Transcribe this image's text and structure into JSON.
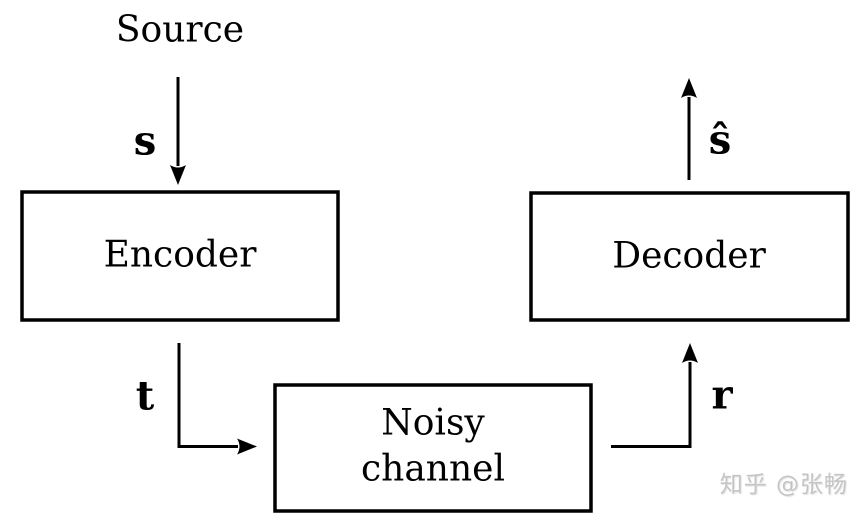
{
  "diagram": {
    "source": {
      "label": "Source",
      "signal": "s"
    },
    "encoder": {
      "label": "Encoder",
      "output_signal": "t"
    },
    "noisy_channel": {
      "label": [
        "Noisy",
        "channel"
      ],
      "output_signal": "r"
    },
    "decoder": {
      "label": "Decoder",
      "output_signal": "ŝ"
    },
    "line_color": "#000000",
    "text_color": "#000000",
    "background_color": "#ffffff"
  },
  "watermark": {
    "text": "知乎 @张畅",
    "color": "#c5c5c5"
  }
}
